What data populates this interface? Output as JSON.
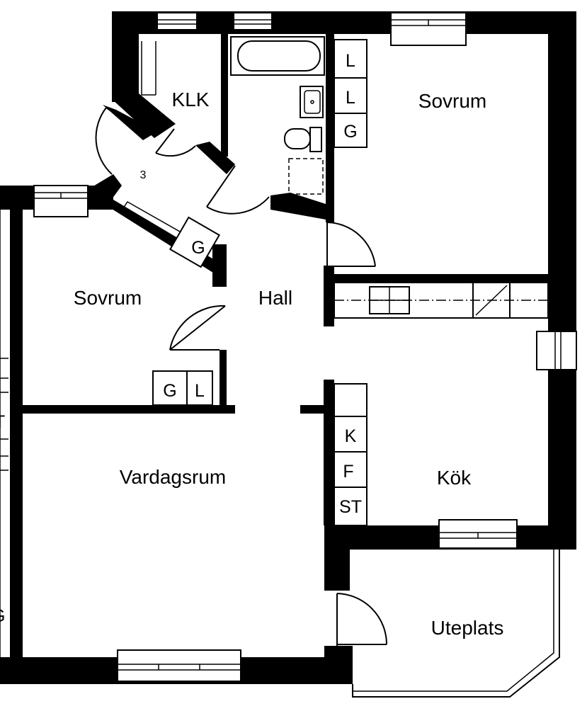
{
  "rooms": {
    "klk": "KLK",
    "hall_number": "3",
    "sovrum_top": "Sovrum",
    "sovrum_left": "Sovrum",
    "hall": "Hall",
    "vardagsrum": "Vardagsrum",
    "kok": "Kök",
    "uteplats": "Uteplats"
  },
  "fixtures": {
    "bath_l1": "L",
    "bath_l2": "L",
    "bath_g": "G",
    "hall_g": "G",
    "sovrum_g": "G",
    "sovrum_l": "L",
    "kitchen_k": "K",
    "kitchen_f": "F",
    "kitchen_st": "ST",
    "edge_t": "T",
    "edge_g": "G"
  }
}
